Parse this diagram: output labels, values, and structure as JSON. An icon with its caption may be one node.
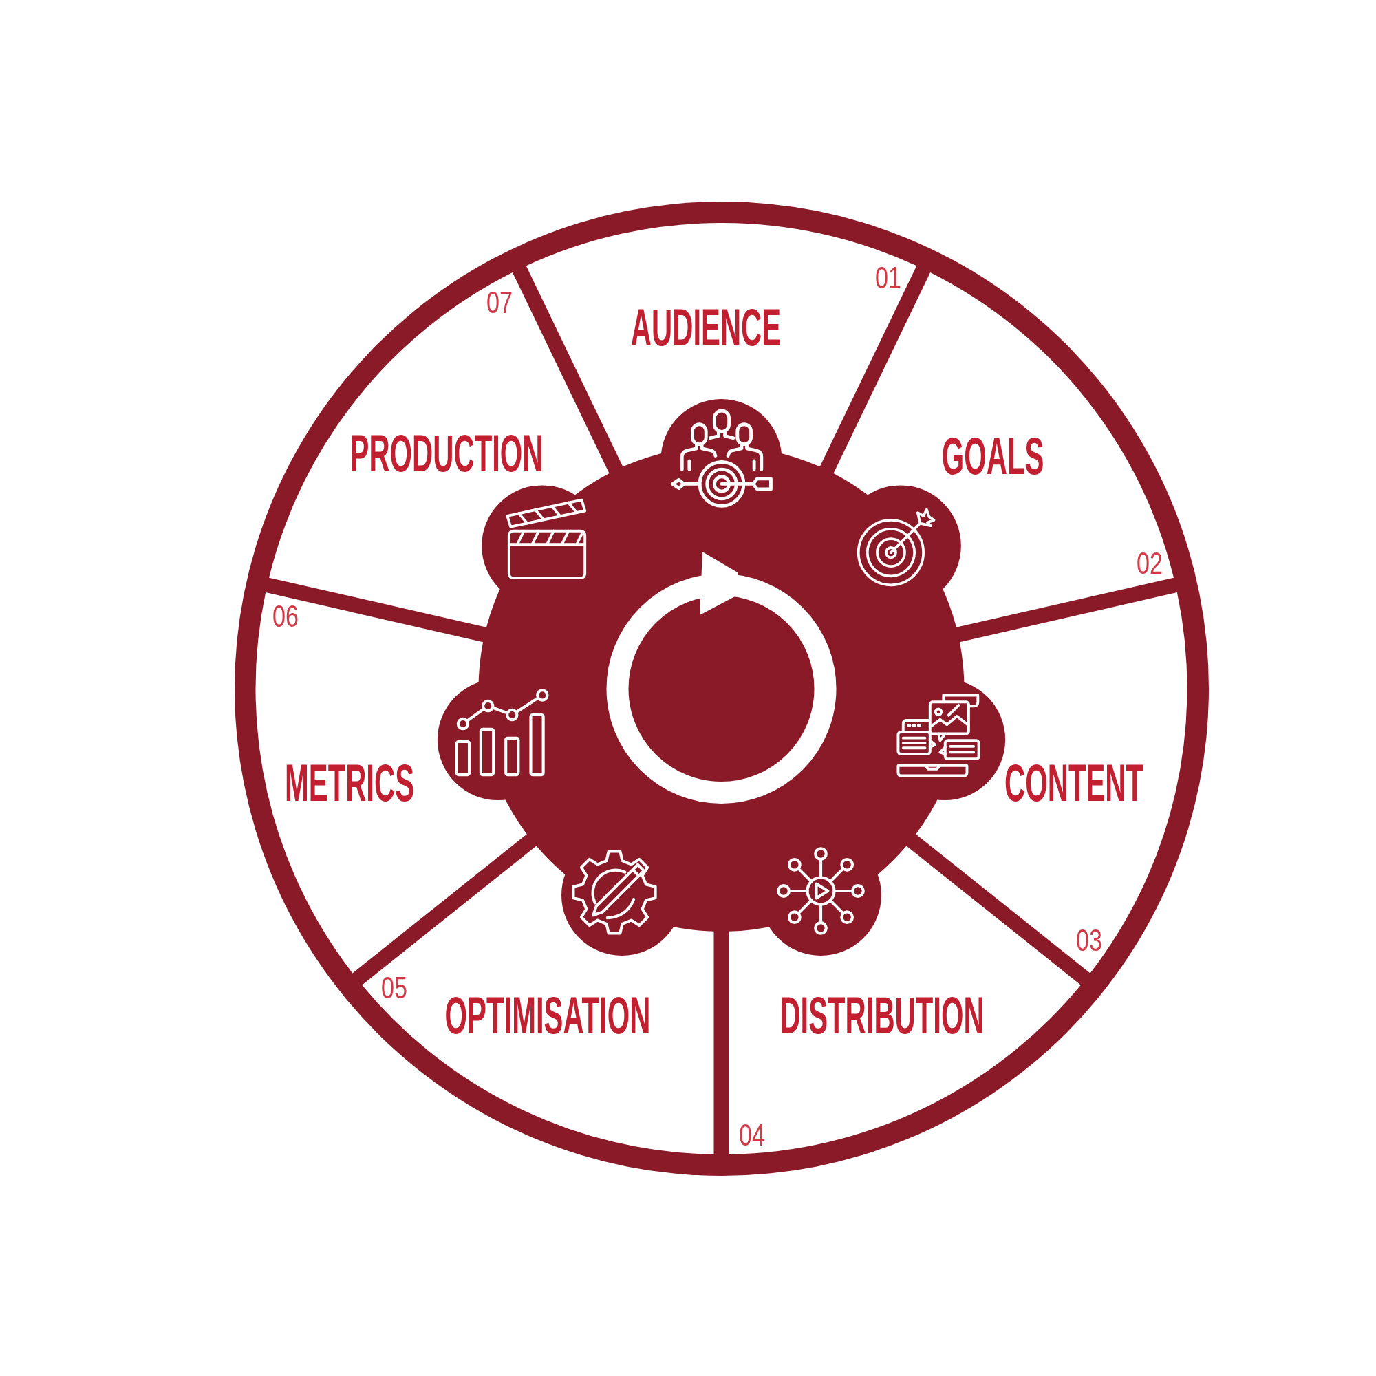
{
  "diagram": {
    "nodes": [
      {
        "text": [
          "01",
          "AUDIENCE"
        ]
      },
      {
        "text": [
          "GOALS",
          "02"
        ]
      },
      {
        "text": [
          "CONTENT",
          "03"
        ]
      },
      {
        "text": [
          "DISTRIBUTION",
          "04"
        ]
      },
      {
        "text": [
          "05",
          "OPTIMISATION"
        ]
      },
      {
        "text": [
          "06",
          "METRICS"
        ]
      },
      {
        "text": [
          "07",
          "PRODUCTION"
        ]
      }
    ]
  }
}
